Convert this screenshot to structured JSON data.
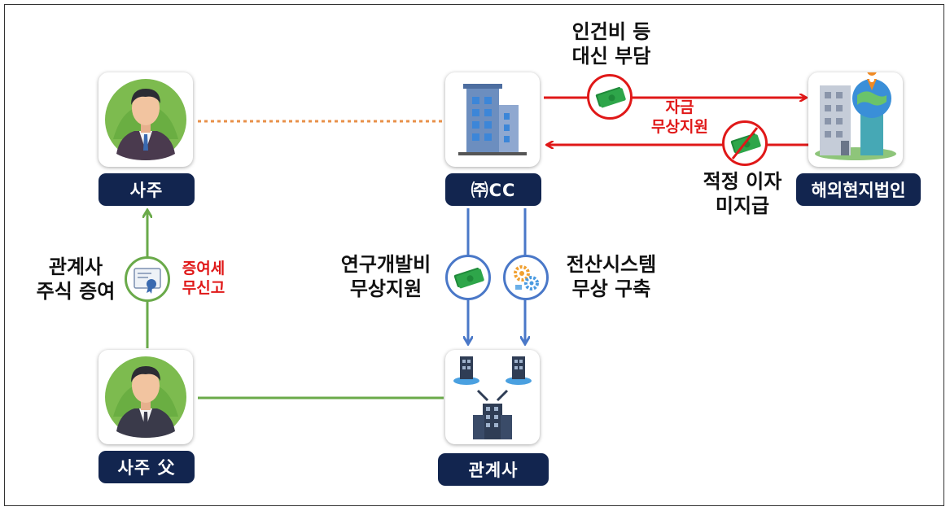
{
  "nodes": {
    "owner": "사주",
    "company": "㈜CC",
    "overseas": "해외현지법인",
    "father": "사주 父",
    "affiliate": "관계사"
  },
  "edges": {
    "labor_cost": "인건비 등\n대신 부담",
    "fund_support": "자금\n무상지원",
    "interest": "적정 이자\n미지급",
    "stock_gift": "관계사\n주식 증여",
    "gift_tax": "증여세\n무신고",
    "rnd_support": "연구개발비\n무상지원",
    "it_system": "전산시스템\n무상 구축"
  },
  "colors": {
    "label_bg": "#12254f",
    "red": "#e01818",
    "green": "#6aaa4a",
    "blue": "#4a78c8",
    "orange": "#e8904a"
  }
}
